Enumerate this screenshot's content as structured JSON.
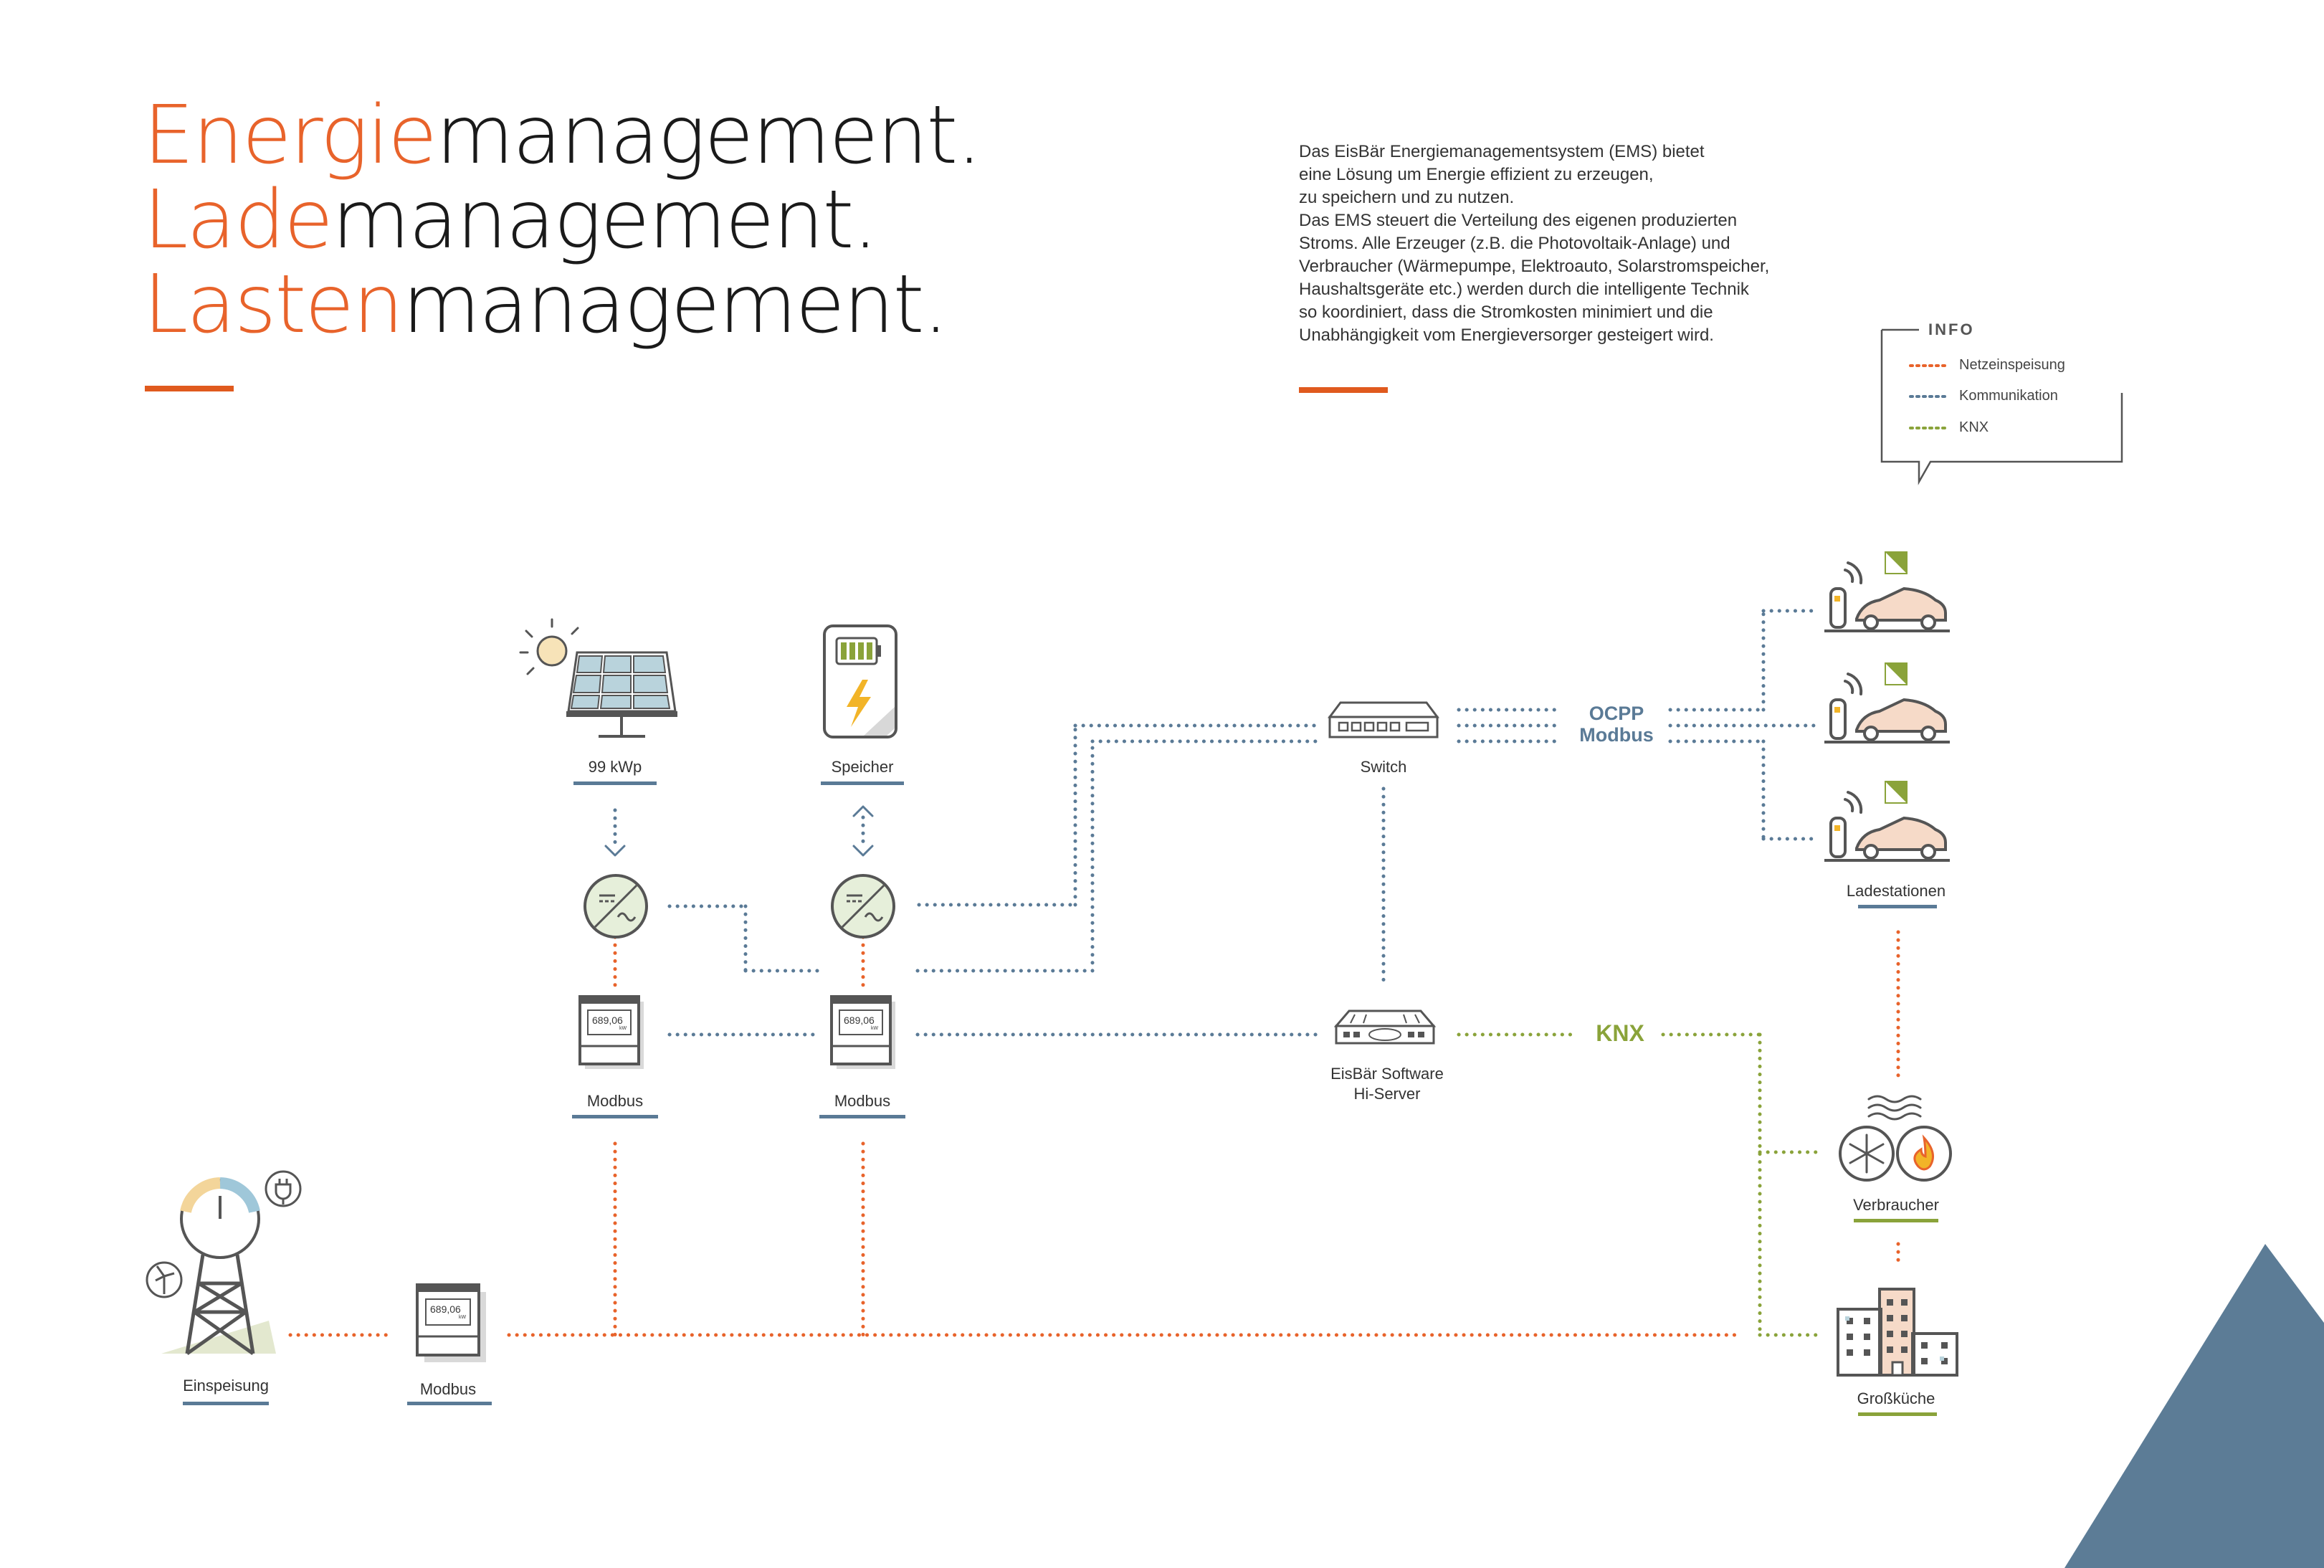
{
  "headline": {
    "lines": [
      {
        "accent": "Energie",
        "rest": "management."
      },
      {
        "accent": "Lade",
        "rest": "management."
      },
      {
        "accent": "Lasten",
        "rest": "management."
      }
    ]
  },
  "intro": {
    "lines": [
      "Das EisBär Energiemanagementsystem (EMS) bietet",
      "eine Lösung um Energie effizient zu erzeugen,",
      "zu speichern und zu nutzen.",
      "Das EMS steuert die Verteilung des eigenen produzierten",
      "Stroms. Alle Erzeuger (z.B. die Photovoltaik-Anlage) und",
      "Verbraucher (Wärmepumpe, Elektroauto, Solarstromspeicher,",
      "Haushaltsgeräte etc.) werden durch die intelligente Technik",
      "so koordiniert, dass die Stromkosten minimiert und die",
      "Unabhängigkeit vom Energieversorger gesteigert wird."
    ]
  },
  "legend": {
    "title": "INFO",
    "items": [
      {
        "label": "Netzeinspeisung",
        "color": "#e8632b"
      },
      {
        "label": "Kommunikation",
        "color": "#5a7a96"
      },
      {
        "label": "KNX",
        "color": "#8aa33a"
      }
    ]
  },
  "nodes": {
    "pv": "99 kWp",
    "storage": "Speicher",
    "switch": "Switch",
    "modbus_left": "Modbus",
    "modbus_right": "Modbus",
    "modbus_bottom": "Modbus",
    "server_line1": "EisBär Software",
    "server_line2": "Hi-Server",
    "feed_in": "Einspeisung",
    "charging": "Ladestationen",
    "consumers": "Verbraucher",
    "kitchen": "Großküche",
    "meter_value": "689,06",
    "meter_unit": "kW"
  },
  "connections": {
    "ocpp": "OCPP",
    "modbus": "Modbus",
    "knx": "KNX"
  },
  "colors": {
    "orange": "#e8632b",
    "blue": "#5a7a96",
    "green": "#8aa33a",
    "triangle": "#5c7c96"
  }
}
